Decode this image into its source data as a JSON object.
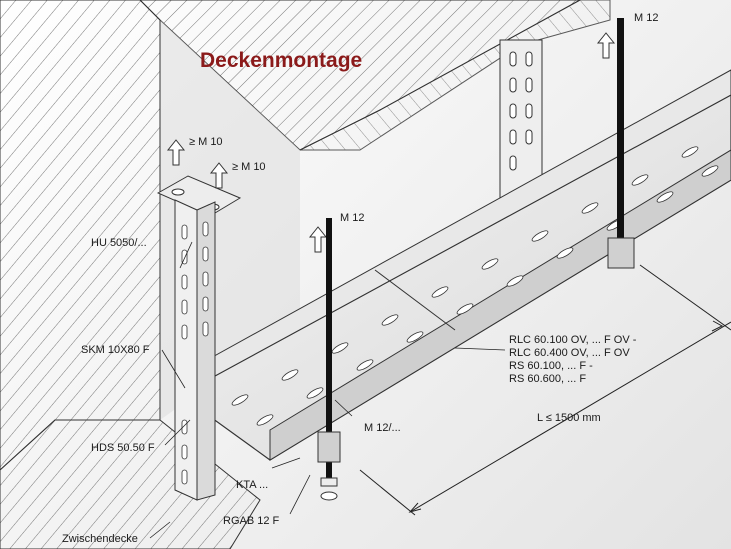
{
  "title": "Deckenmontage",
  "colors": {
    "title": "#8b1a1a",
    "line": "#2a2a2a",
    "rod": "#111111",
    "hatch": "#5a5a5a",
    "wall": "#d9d9d9"
  },
  "labels": {
    "m10_left": "≥ M 10",
    "m10_right": "≥ M 10",
    "hu": "HU 5050/...",
    "m12_center": "M 12",
    "m12_right": "M 12",
    "skm": "SKM 10X80 F",
    "rlc1": "RLC 60.100 OV, ... F OV -",
    "rlc2": "RLC 60.400 OV, ... F OV",
    "rs1": "RS 60.100, ... F -",
    "rs2": "RS 60.600, ... F",
    "hds": "HDS 50.50 F",
    "m12_slash": "M 12/...",
    "length": "L ≤ 1500 mm",
    "kta": "KTA ...",
    "rgab": "RGAB 12 F",
    "zwischendecke": "Zwischendecke"
  }
}
